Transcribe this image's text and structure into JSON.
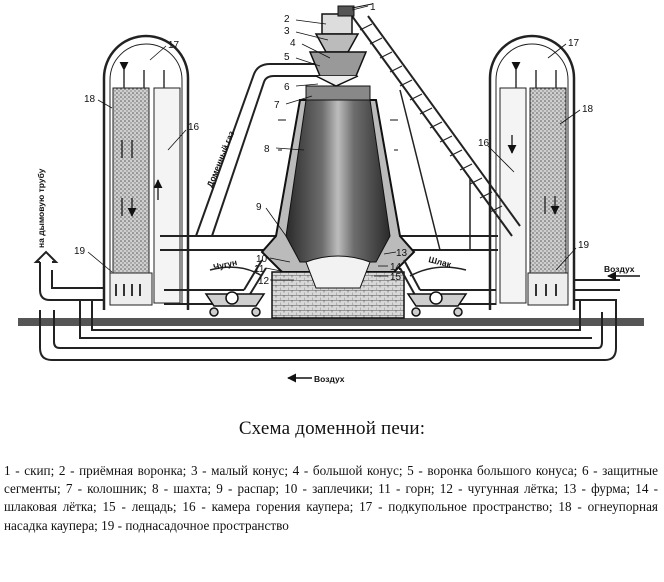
{
  "labels": {
    "n1": "1",
    "n2": "2",
    "n3": "3",
    "n4": "4",
    "n5": "5",
    "n6": "6",
    "n7": "7",
    "n8": "8",
    "n9": "9",
    "n10": "10",
    "n11": "11",
    "n12": "12",
    "n13": "13",
    "n14": "14",
    "n15": "15",
    "n16l": "16",
    "n16r": "16",
    "n17l": "17",
    "n17r": "17",
    "n18l": "18",
    "n18r": "18",
    "n19l": "19",
    "n19r": "19",
    "chimney": "на дымовую трубу",
    "domain_gas": "Доменный газ",
    "iron": "Чугун",
    "slag": "Шлак",
    "air_right": "Воздух",
    "air_bottom": "Воздух"
  },
  "caption": "Схема доменной печи:",
  "legend": "1 - скип; 2 - приёмная воронка; 3 - малый конус; 4 - большой конус; 5 - воронка большого конуса;  6 - защитные  сегменты;  7 - колошник;  8 - шахта;  9 - распар;  10 - заплечики; 11 - горн; 12 - чугунная лётка; 13 - фурма; 14 - шлаковая лётка; 15 - лещадь; 16 - камера горения  каупера;  17 - подкупольное  пространство;  18 - огнеупорная  насадка  каупера; 19 - поднасадочное пространство"
}
